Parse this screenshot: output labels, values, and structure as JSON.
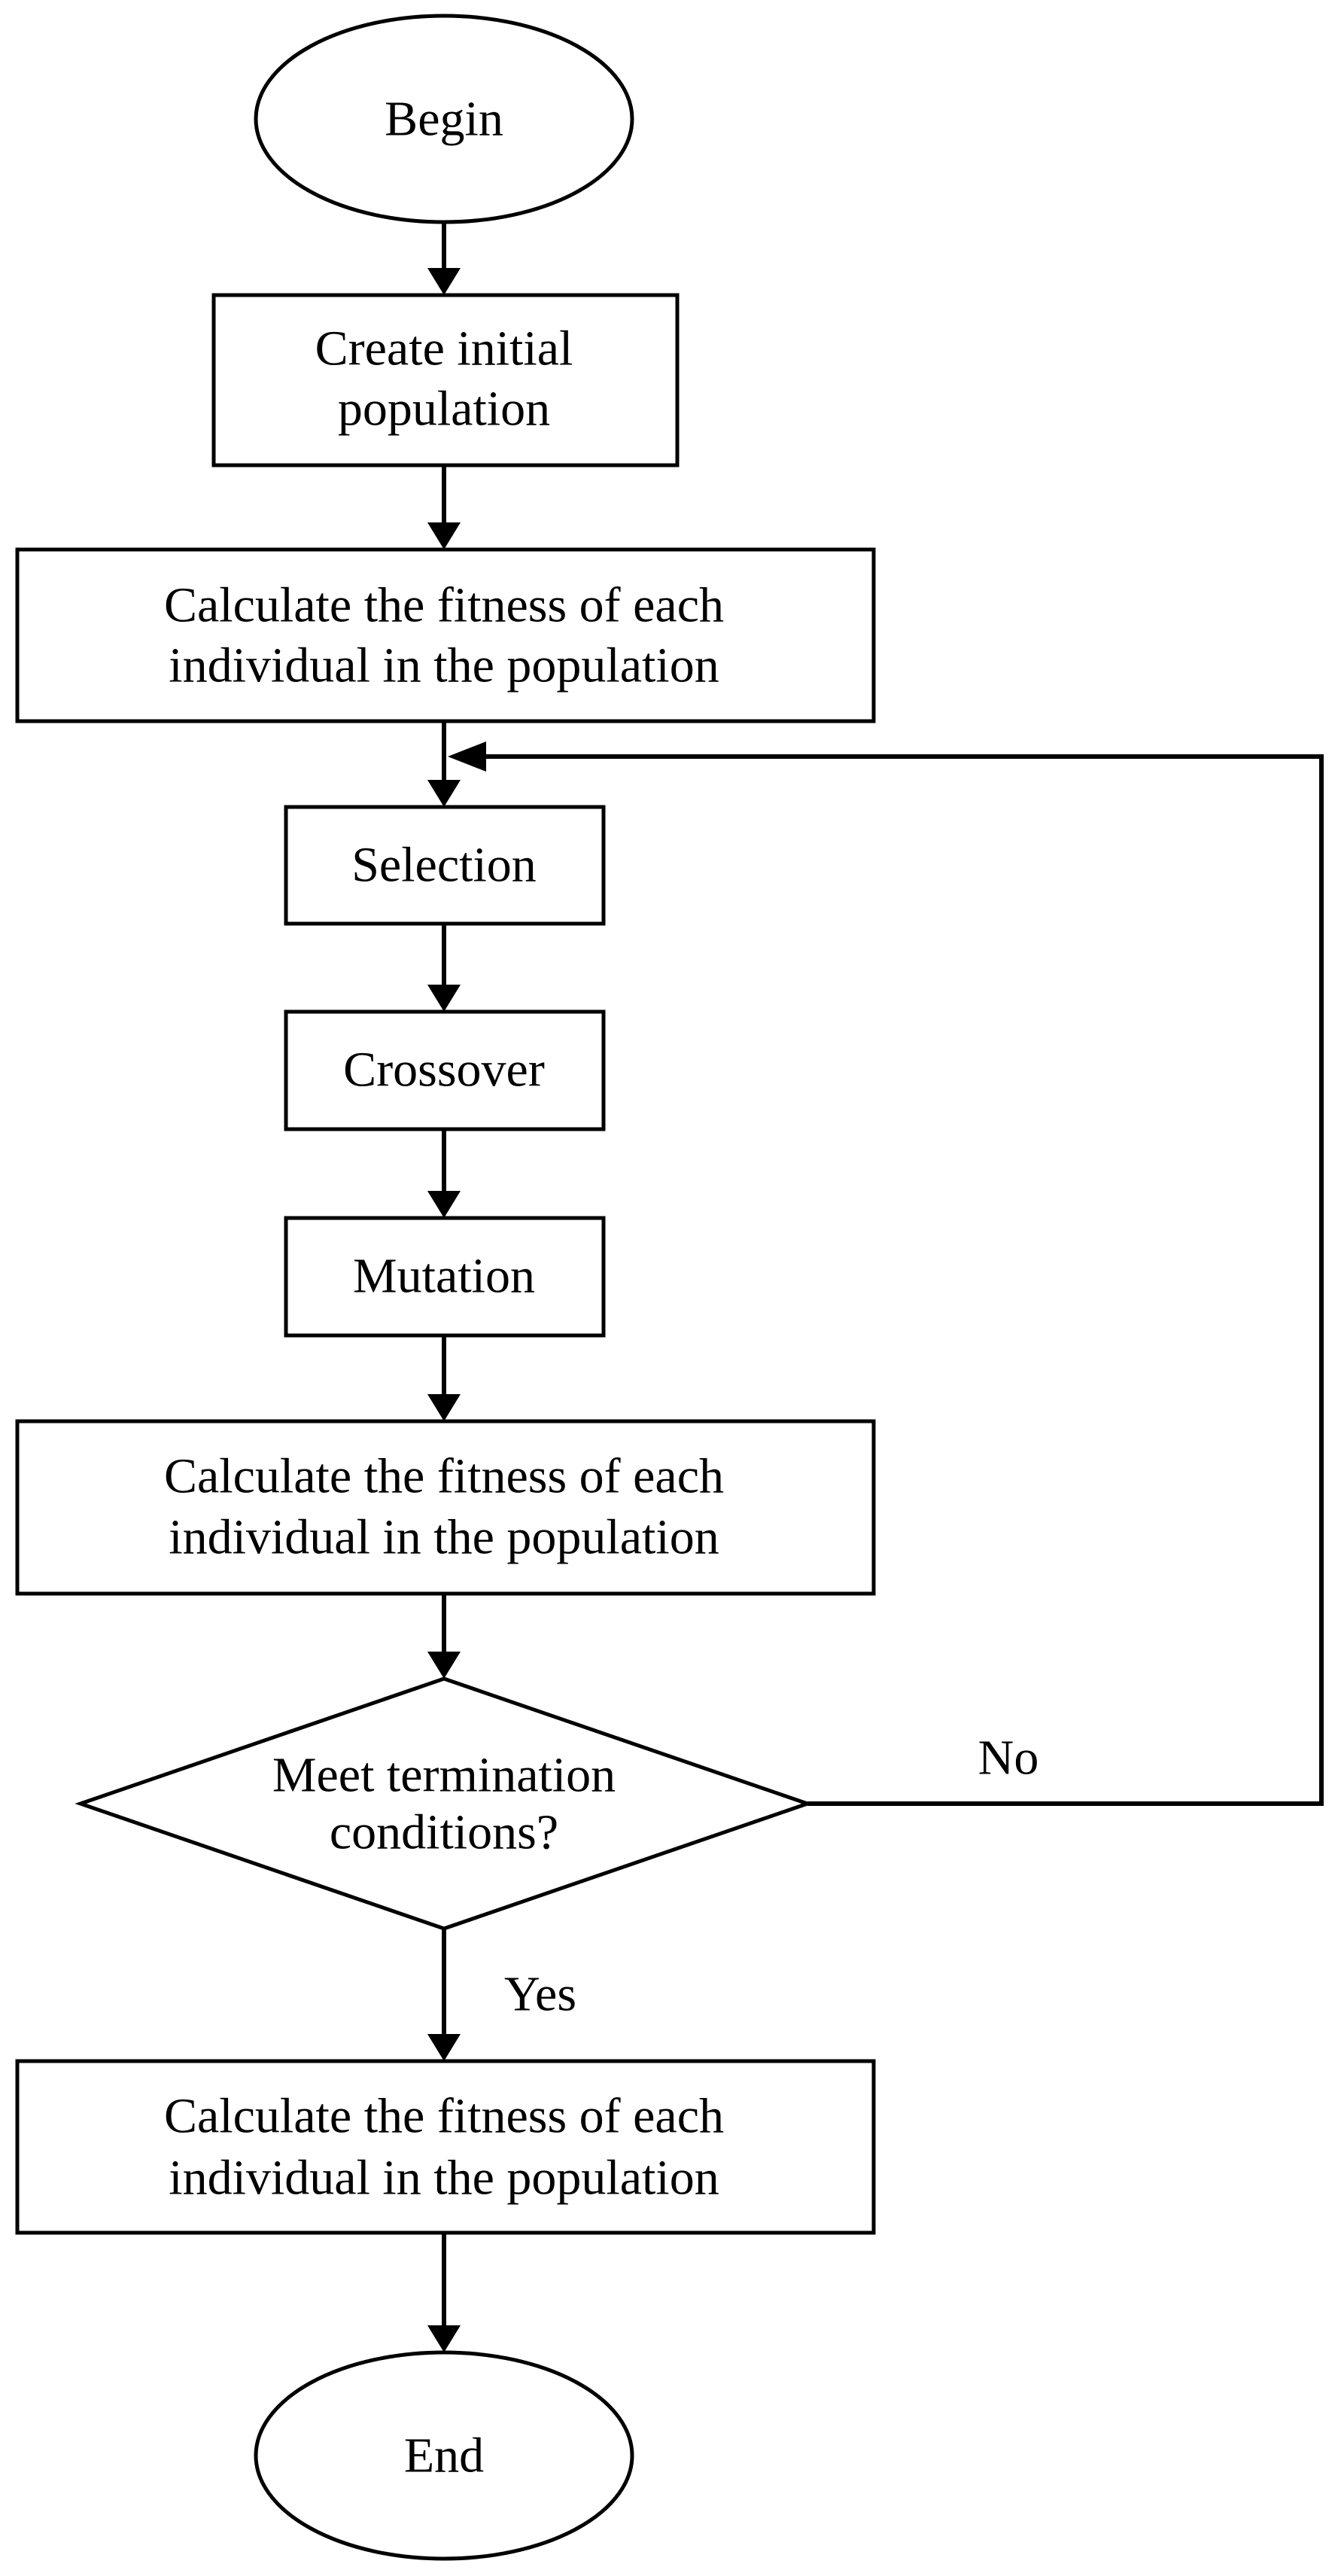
{
  "nodes": {
    "begin": {
      "label": "Begin"
    },
    "create_population": {
      "lines": [
        "Create initial",
        "population"
      ]
    },
    "fitness_initial": {
      "lines": [
        "Calculate the fitness of each",
        "individual in the population"
      ]
    },
    "selection": {
      "label": "Selection"
    },
    "crossover": {
      "label": "Crossover"
    },
    "mutation": {
      "label": "Mutation"
    },
    "fitness_loop": {
      "lines": [
        "Calculate the fitness of each",
        "individual in the population"
      ]
    },
    "termination": {
      "lines": [
        "Meet termination",
        "conditions?"
      ]
    },
    "fitness_final": {
      "lines": [
        "Calculate the fitness of each",
        "individual in the population"
      ]
    },
    "end": {
      "label": "End"
    }
  },
  "edges": {
    "no_label": "No",
    "yes_label": "Yes"
  },
  "colors": {
    "stroke": "#000000",
    "fill": "#ffffff",
    "text": "#000000"
  }
}
